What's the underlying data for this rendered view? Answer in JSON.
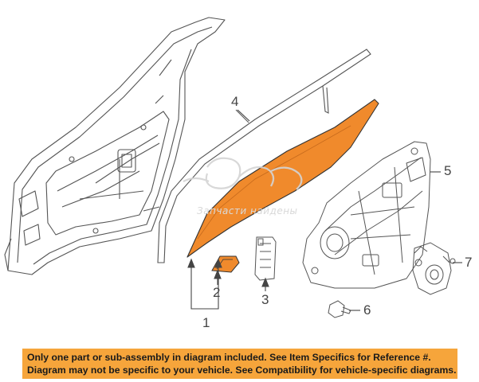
{
  "callouts": {
    "c1": "1",
    "c2": "2",
    "c3": "3",
    "c4": "4",
    "c5": "5",
    "c6": "6",
    "c7": "7"
  },
  "watermark": {
    "caption": "Запчасти найдены"
  },
  "colors": {
    "glass_fill": "#f08a2c",
    "line_art": "#555555",
    "banner_bg": "#f6a53b"
  },
  "banner": {
    "line1": "Only one part or sub-assembly in diagram included. See Item Specifics for Reference #.",
    "line2": "Diagram may not be specific to your vehicle. See Compatibility for vehicle-specific diagrams."
  }
}
